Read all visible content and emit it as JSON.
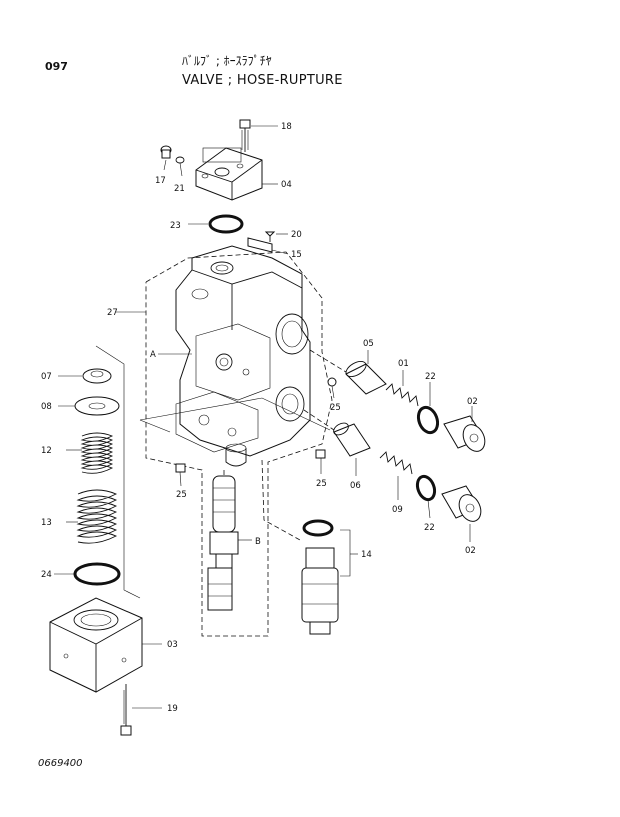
{
  "header": {
    "page_number": "097",
    "title_jp": "ﾊﾞﾙﾌﾞ ; ﾎｰｽﾗﾌﾟﾁﾔ",
    "title_en": "VALVE ; HOSE-RUPTURE"
  },
  "footer": {
    "drawing_number": "0669400"
  },
  "callouts": {
    "p18": "18",
    "p17": "17",
    "p21": "21",
    "p04": "04",
    "p23": "23",
    "p20": "20",
    "p15": "15",
    "p27": "27",
    "pA": "A",
    "p07": "07",
    "p08": "08",
    "p12": "12",
    "p13": "13",
    "p24": "24",
    "p05": "05",
    "p01": "01",
    "p22a": "22",
    "p02a": "02",
    "p25a": "25",
    "p25b": "25",
    "p25c": "25",
    "p06": "06",
    "p09": "09",
    "p22b": "22",
    "p02b": "02",
    "pB": "B",
    "p14": "14",
    "p03": "03",
    "p19": "19"
  }
}
